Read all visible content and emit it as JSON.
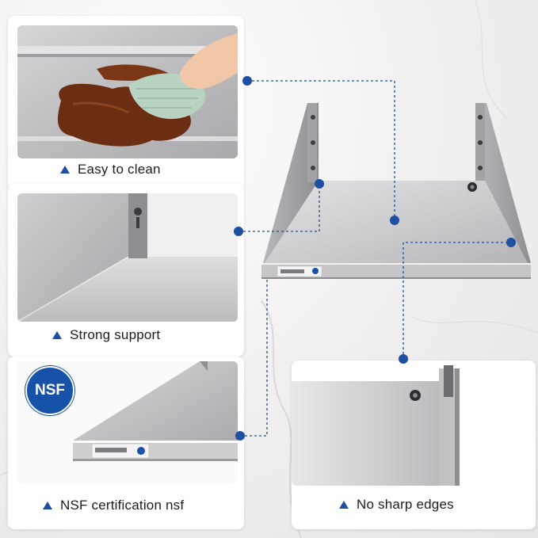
{
  "features": [
    {
      "id": "clean",
      "caption": "Easy to clean"
    },
    {
      "id": "support",
      "caption": "Strong support"
    },
    {
      "id": "nsf",
      "caption": "NSF certification nsf"
    },
    {
      "id": "edges",
      "caption": "No sharp edges"
    }
  ],
  "badge": {
    "text": "NSF"
  },
  "colors": {
    "accent": "#1f4fa0",
    "badge": "#1652a8",
    "steel": "#c9c9cb",
    "chocolate": "#6b2e12"
  },
  "icons": {
    "caption_marker": "triangle-up-icon",
    "connector_dot": "dot-icon"
  }
}
